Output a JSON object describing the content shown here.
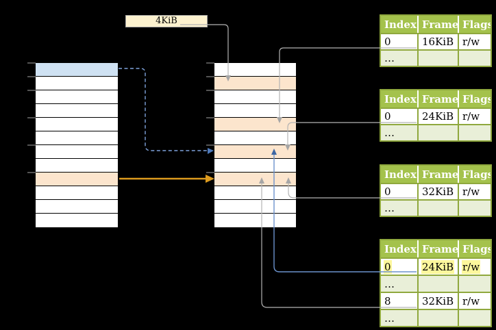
{
  "size_label": "4KiB",
  "left_column": {
    "row_fills": [
      "blue",
      "",
      "",
      "",
      "",
      "",
      "",
      "",
      "orange",
      "",
      "",
      ""
    ]
  },
  "middle_column": {
    "row_fills": [
      "",
      "orange",
      "",
      "",
      "orange",
      "",
      "orange",
      "",
      "orange",
      "",
      "",
      ""
    ]
  },
  "tables": [
    {
      "headers": [
        "Index",
        "Frame",
        "Flags"
      ],
      "rows": [
        {
          "cells": [
            "0",
            "16KiB",
            "r/w"
          ],
          "variant": "white"
        },
        {
          "cells": [
            "…",
            "",
            ""
          ],
          "variant": "green"
        }
      ]
    },
    {
      "headers": [
        "Index",
        "Frame",
        "Flags"
      ],
      "rows": [
        {
          "cells": [
            "0",
            "24KiB",
            "r/w"
          ],
          "variant": "white"
        },
        {
          "cells": [
            "…",
            "",
            ""
          ],
          "variant": "green"
        }
      ]
    },
    {
      "headers": [
        "Index",
        "Frame",
        "Flags"
      ],
      "rows": [
        {
          "cells": [
            "0",
            "32KiB",
            "r/w"
          ],
          "variant": "white"
        },
        {
          "cells": [
            "…",
            "",
            ""
          ],
          "variant": "green"
        }
      ]
    },
    {
      "headers": [
        "Index",
        "Frame",
        "Flags"
      ],
      "rows": [
        {
          "cells": [
            "0",
            "24KiB",
            "r/w"
          ],
          "variant": "white",
          "hl": "true"
        },
        {
          "cells": [
            "…",
            "",
            ""
          ],
          "variant": "green"
        },
        {
          "cells": [
            "8",
            "32KiB",
            "r/w"
          ],
          "variant": "white"
        },
        {
          "cells": [
            "…",
            "",
            ""
          ],
          "variant": "green"
        }
      ]
    }
  ],
  "colors": {
    "background": "#000000",
    "row_blue": "#cfe2f3",
    "row_orange": "#fce5cd",
    "label_box_fill": "#fdf2cf",
    "table_header_green": "#a4c24c",
    "table_border_green": "#8fa83d",
    "table_row_green": "#e9efd8",
    "highlight_yellow": "#fdf79c",
    "line_gray": "#b3b3b3",
    "head_gray": "#a6a6a6",
    "dashed_blue": "#7fa3dc",
    "dashed_blue_head": "#4d79bb",
    "solid_blue": "#6b92cc",
    "solid_blue_head": "#3d66a3",
    "arrow_orange": "#dd9b1e",
    "tick_gray": "#8a8a8a"
  }
}
